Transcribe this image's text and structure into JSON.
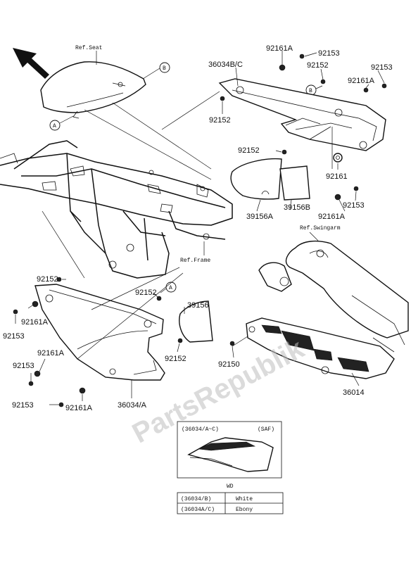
{
  "ref_labels": {
    "seat": "Ref.Seat",
    "frame": "Ref.Frame",
    "swingarm": "Ref.Swingarm"
  },
  "callouts": {
    "a": "A",
    "b": "B"
  },
  "part_numbers": {
    "p92161A_top": "92161A",
    "p92153_top": "92153",
    "p36034BC": "36034B/C",
    "p92152_top_right": "92152",
    "p92153_right_top": "92153",
    "p92161A_right_top": "92161A",
    "p92152_left_mid": "92152",
    "p92152_mid": "92152",
    "p92161": "92161",
    "p39156A": "39156A",
    "p39156B": "39156B",
    "p92161A_right": "92161A",
    "p92153_right": "92153",
    "p92152_left": "92152",
    "p92152_center": "92152",
    "p39156": "39156",
    "p92161A_left1": "92161A",
    "p92153_left1": "92153",
    "p92161A_left2": "92161A",
    "p92153_left2": "92153",
    "p92153_left3": "92153",
    "p92161A_left3": "92161A",
    "p36034A": "36034/A",
    "p92152_lower": "92152",
    "p92150": "92150",
    "p36014": "36014"
  },
  "inset": {
    "applies_to": "(36034/A~C)",
    "tag": "(SAF)",
    "caption": "WD",
    "table": [
      {
        "code": "(36034/B)",
        "color": "White"
      },
      {
        "code": "(36034A/C)",
        "color": "Ebony"
      }
    ]
  },
  "watermark": "PartsRepublik"
}
